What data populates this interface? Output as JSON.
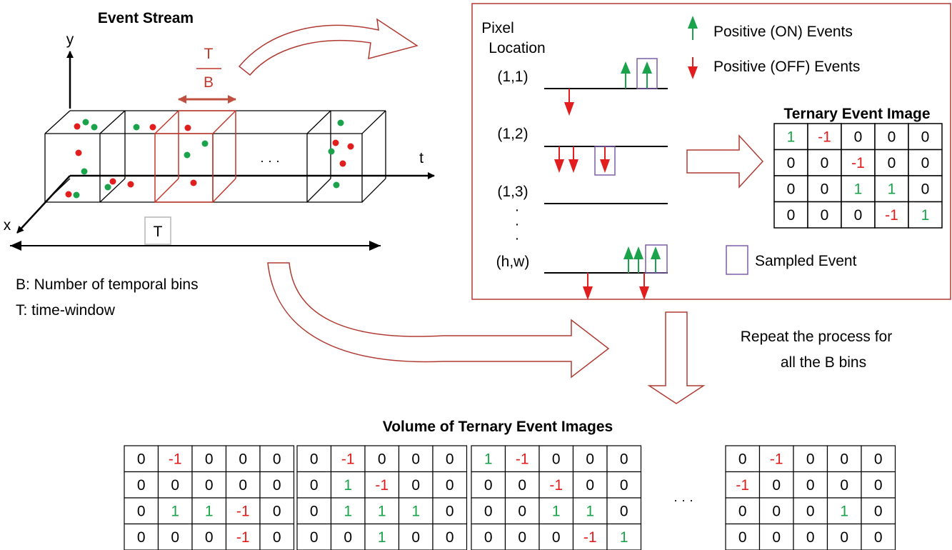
{
  "colors": {
    "frame_red": "#b03a32",
    "on_green": "#1aa34a",
    "off_red": "#e11d1d",
    "sample_purple": "#7b5ea7",
    "t_box_gray": "#b5b5b5",
    "black": "#000000"
  },
  "event_stream": {
    "title": "Event Stream",
    "axis_y": "y",
    "axis_x": "x",
    "axis_t": "t",
    "bin_numerator": "T",
    "bin_denominator": "B",
    "ellipsis": "· · ·",
    "time_window_label": "T",
    "legend_b": "B: Number of temporal bins",
    "legend_t": "T: time-window"
  },
  "pixel_panel": {
    "location_line1": "Pixel",
    "location_line2": "Location",
    "pixels": [
      "(1,1)",
      "(1,2)",
      "(1,3)",
      "(h,w)"
    ],
    "vdots": "·",
    "legend_on": "Positive (ON) Events",
    "legend_off": "Positive (OFF) Events",
    "legend_sampled": "Sampled Event"
  },
  "ternary_image": {
    "title": "Ternary Event Image",
    "rows": [
      [
        "1",
        "-1",
        "0",
        "0",
        "0"
      ],
      [
        "0",
        "0",
        "-1",
        "0",
        "0"
      ],
      [
        "0",
        "0",
        "1",
        "1",
        "0"
      ],
      [
        "0",
        "0",
        "0",
        "-1",
        "1"
      ]
    ]
  },
  "repeat": {
    "line1": "Repeat the process for",
    "line2": "all the B bins"
  },
  "volume": {
    "title": "Volume of Ternary Event Images",
    "ellipsis": "· · ·",
    "images": [
      [
        [
          "0",
          "-1",
          "0",
          "0",
          "0"
        ],
        [
          "0",
          "0",
          "0",
          "0",
          "0"
        ],
        [
          "0",
          "1",
          "1",
          "-1",
          "0"
        ],
        [
          "0",
          "0",
          "0",
          "-1",
          "0"
        ]
      ],
      [
        [
          "0",
          "-1",
          "0",
          "0",
          "0"
        ],
        [
          "0",
          "1",
          "-1",
          "0",
          "0"
        ],
        [
          "0",
          "1",
          "1",
          "1",
          "0"
        ],
        [
          "0",
          "0",
          "1",
          "0",
          "0"
        ]
      ],
      [
        [
          "1",
          "-1",
          "0",
          "0",
          "0"
        ],
        [
          "0",
          "0",
          "-1",
          "0",
          "0"
        ],
        [
          "0",
          "0",
          "1",
          "1",
          "0"
        ],
        [
          "0",
          "0",
          "0",
          "-1",
          "1"
        ]
      ],
      [
        [
          "0",
          "-1",
          "0",
          "0",
          "0"
        ],
        [
          "-1",
          "0",
          "0",
          "0",
          "0"
        ],
        [
          "0",
          "0",
          "0",
          "1",
          "0"
        ],
        [
          "0",
          "0",
          "0",
          "0",
          "0"
        ]
      ]
    ]
  }
}
